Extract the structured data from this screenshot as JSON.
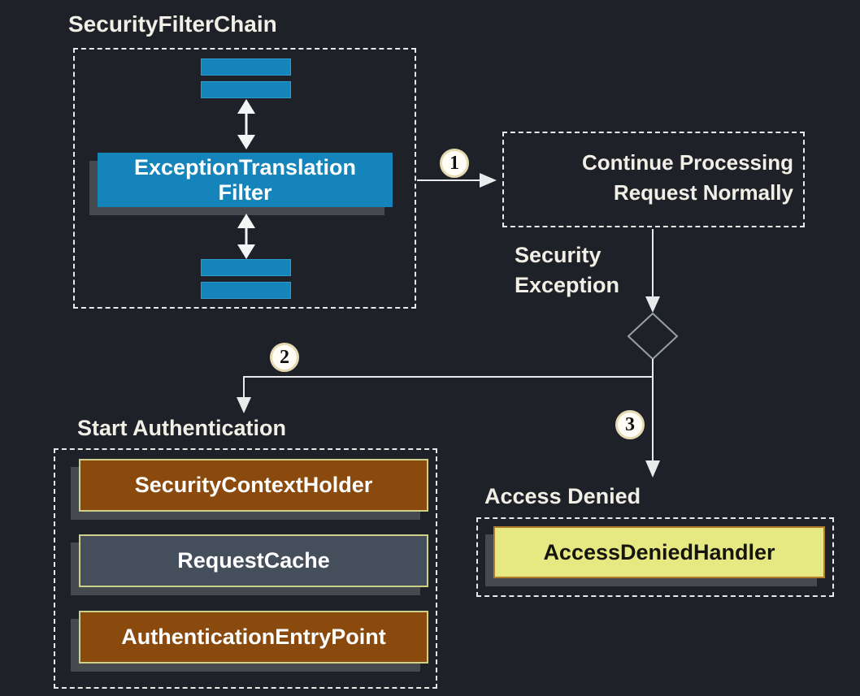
{
  "colors": {
    "background": "#1e2127",
    "blue": "#1584ba",
    "blue_border": "#2f9ccb",
    "brown": "#8a4a0e",
    "slate": "#454e5b",
    "khaki_border": "#ccd089",
    "yellow": "#e6e981",
    "yellow_border": "#b07d2d",
    "shadow": "#46494e",
    "dash_border": "#e9e9e9",
    "line": "#e8eaec",
    "diamond_stroke": "#97a0a8",
    "text_light": "#f2efe6",
    "text_dark": "#15150f"
  },
  "filter_chain": {
    "title": "SecurityFilterChain",
    "filter": {
      "line1": "ExceptionTranslation",
      "line2": "Filter"
    }
  },
  "continue_box": {
    "line1": "Continue Processing",
    "line2": "Request Normally"
  },
  "security_exception": {
    "line1": "Security",
    "line2": "Exception"
  },
  "badges": {
    "one": "1",
    "two": "2",
    "three": "3"
  },
  "start_authentication": {
    "title": "Start Authentication",
    "items": [
      {
        "label": "SecurityContextHolder",
        "variant": "brown"
      },
      {
        "label": "RequestCache",
        "variant": "slate"
      },
      {
        "label": "AuthenticationEntryPoint",
        "variant": "brown"
      }
    ]
  },
  "access_denied": {
    "title": "Access Denied",
    "handler": "AccessDeniedHandler"
  }
}
